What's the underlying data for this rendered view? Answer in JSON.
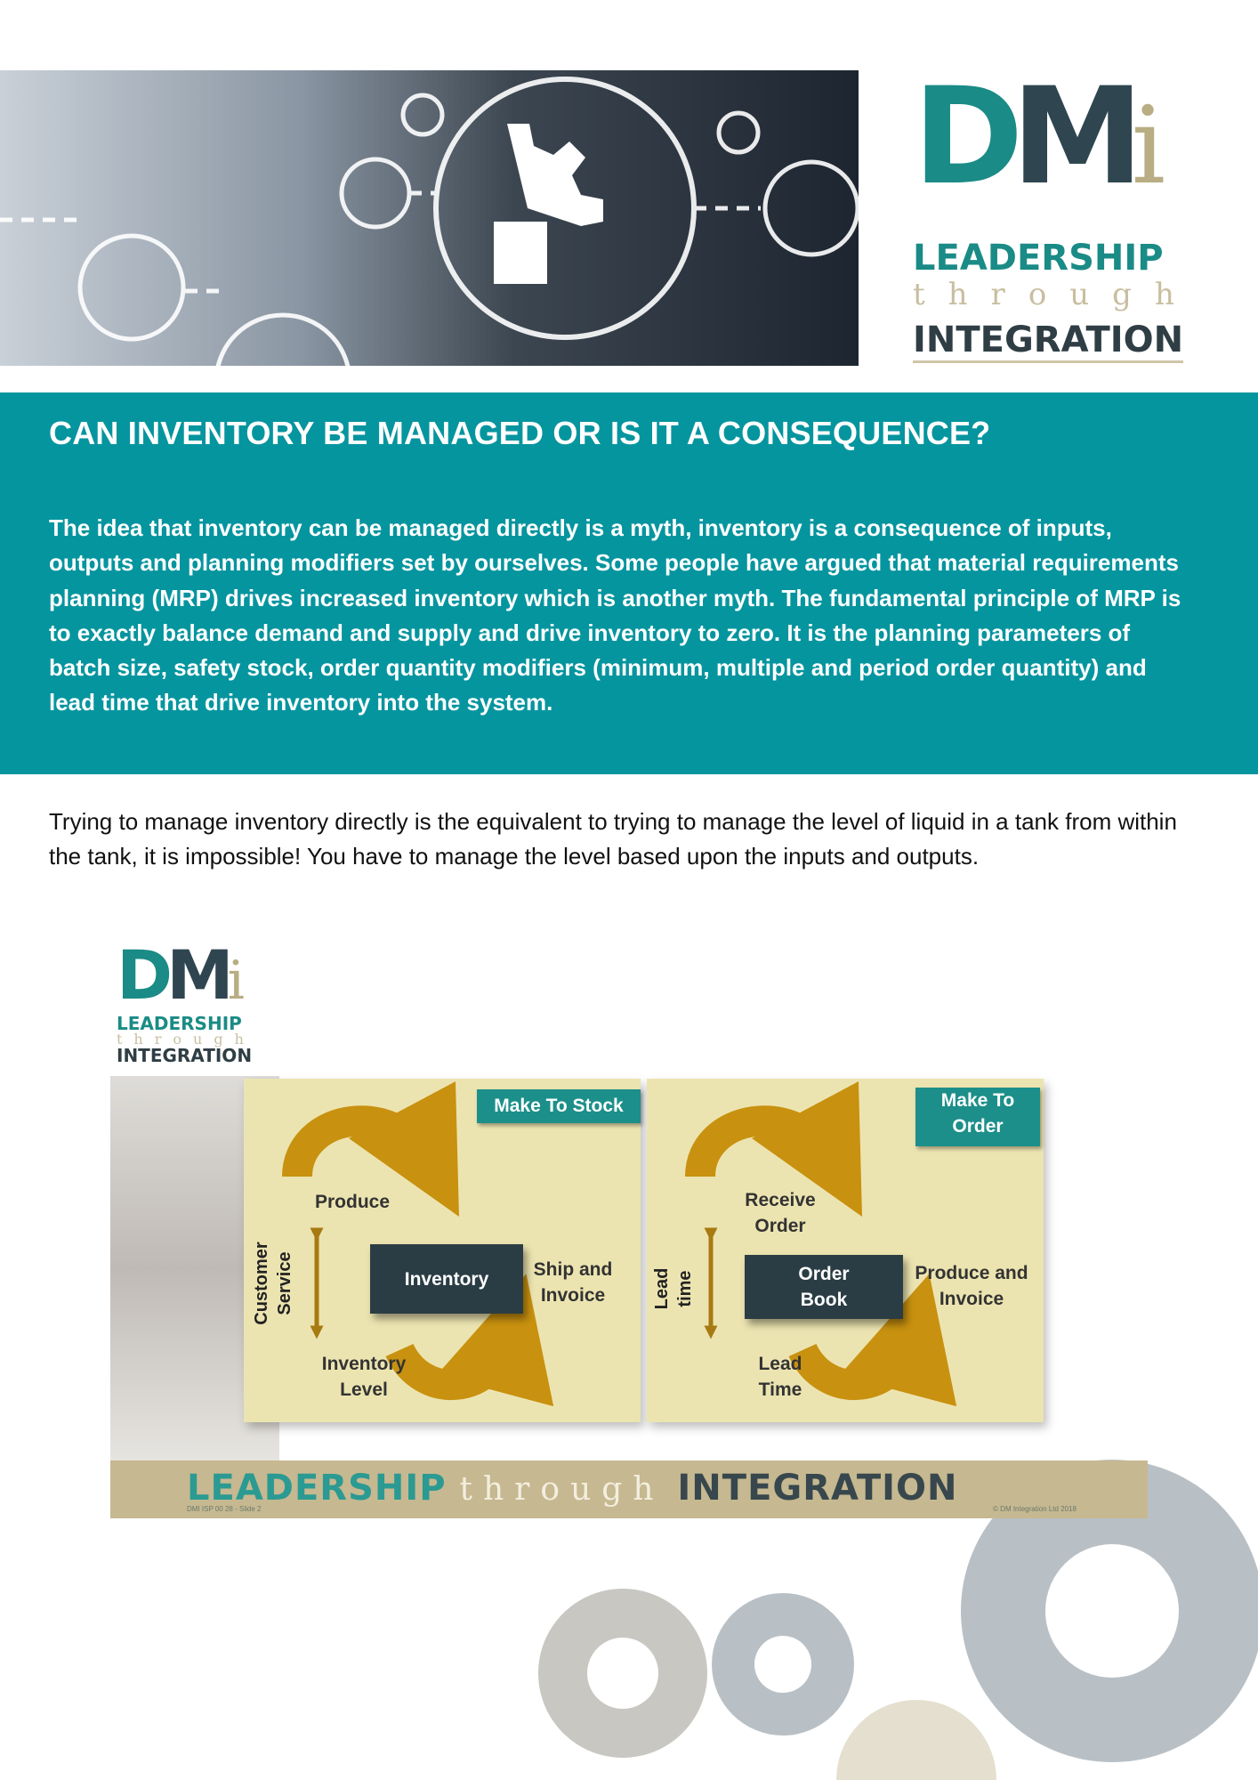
{
  "logo": {
    "mark": "DMi",
    "line1": "LEADERSHIP",
    "line2": "through",
    "line3": "INTEGRATION"
  },
  "hero": {
    "icons": [
      "people-icon",
      "lock-icon",
      "gear-hand-icon",
      "cloud-upload-icon",
      "wind-turbine-icon"
    ]
  },
  "banner": {
    "title": "CAN INVENTORY BE MANAGED OR IS IT A CONSEQUENCE?",
    "text": "The idea that inventory can be managed directly is a myth, inventory is a consequence of inputs, outputs and planning modifiers set by ourselves. Some people have argued that material requirements planning (MRP) drives increased inventory which is another myth. The fundamental principle of MRP is to exactly balance demand and supply and drive inventory to zero. It is the planning parameters of batch size, safety stock, order quantity modifiers (minimum, multiple and period order quantity) and lead time that drive inventory into the system."
  },
  "body": {
    "text": "Trying to manage inventory directly is the equivalent to trying to manage the level of liquid in a tank from within the tank, it is impossible! You have to manage the level based upon the inputs and outputs."
  },
  "diagram": {
    "make_to_stock": {
      "tag": "Make To Stock",
      "top": "Produce",
      "center": "Inventory",
      "right_1": "Ship and",
      "right_2": "Invoice",
      "bottom_1": "Inventory",
      "bottom_2": "Level",
      "axis_1": "Customer",
      "axis_2": "Service"
    },
    "make_to_order": {
      "tag_1": "Make To",
      "tag_2": "Order",
      "top_1": "Receive",
      "top_2": "Order",
      "center_1": "Order",
      "center_2": "Book",
      "right_1": "Produce and",
      "right_2": "Invoice",
      "bottom_1": "Lead",
      "bottom_2": "Time",
      "axis_1": "Lead",
      "axis_2": "time"
    },
    "footer": {
      "w1": "LEADERSHIP",
      "w2": "through",
      "w3": "INTEGRATION",
      "ref": "DMI ISP 00 28 - Slide 2",
      "copyright": "© DM Integration Ltd 2018"
    }
  },
  "colors": {
    "teal": "#05959f",
    "gold": "#c8910f",
    "dark": "#2b3d44",
    "panel": "#ece4b0",
    "tan": "#c6b890"
  }
}
